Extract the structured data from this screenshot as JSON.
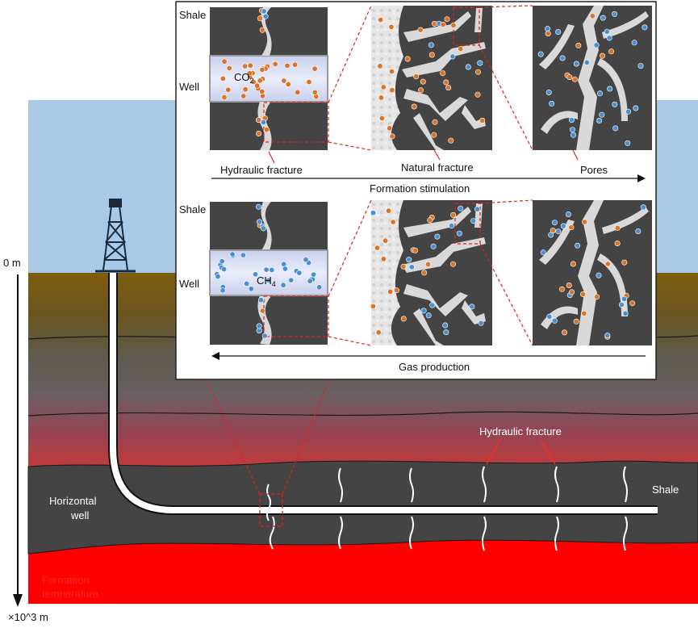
{
  "depth_axis": {
    "top_label": "0 m",
    "bottom_label": "×10^3 m"
  },
  "formation_temperature": {
    "line1": "Formation",
    "line2": "temperature"
  },
  "field": {
    "shale_label": "Shale",
    "hydraulic_fracture_label": "Hydraulic fracture",
    "horizontal_well": {
      "line1": "Horizontal",
      "line2": "well"
    }
  },
  "inset_top": {
    "shale_label": "Shale",
    "well_label": "Well",
    "gas_main": "CO",
    "gas_sub": "2",
    "captions": [
      "Hydraulic fracture",
      "Natural fracture",
      "Pores"
    ],
    "arrow_label": "Formation stimulation"
  },
  "inset_bottom": {
    "shale_label": "Shale",
    "well_label": "Well",
    "gas_main": "CH",
    "gas_sub": "4",
    "arrow_label": "Gas production"
  },
  "colors": {
    "sky": "#a9c9e6",
    "soil_top": "#7a5a10",
    "shale": "#444444",
    "hot_zone": "#ff0000",
    "co2_particle": "#d9742b",
    "ch4_particle": "#4a8fd0",
    "fracture": "#d9d9d9",
    "zoom_line": "#e02020"
  }
}
